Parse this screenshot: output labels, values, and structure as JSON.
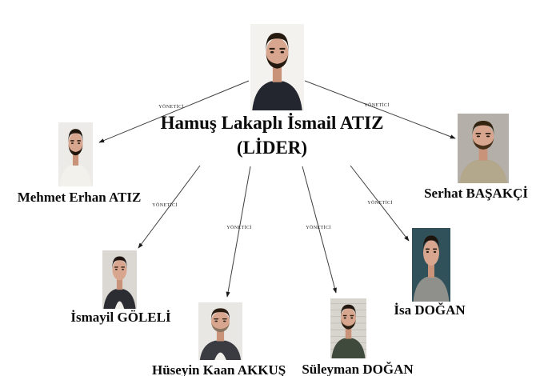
{
  "diagram": {
    "edge_label": "YÖNETİCİ",
    "leader": {
      "name": "Hamuş Lakaplı İsmail ATIZ",
      "role": "(LİDER)",
      "photo": {
        "bg": "#f4f2ef",
        "shirt": "#23262e",
        "hair": "#241a10",
        "beard": "#241a10",
        "inner": "none"
      }
    },
    "members": [
      {
        "name": "Mehmet Erhan ATIZ",
        "photo": {
          "bg": "#edebe7",
          "shirt": "#f3f1ec",
          "hair": "#1f150c",
          "beard": "#1f150c",
          "inner": "none"
        }
      },
      {
        "name": "Serhat BAŞAKÇİ",
        "photo": {
          "bg": "#b4b0a9",
          "shirt": "#b3a78c",
          "hair": "#33230f",
          "beard": "#46301a",
          "inner": "none"
        }
      },
      {
        "name": "İsmayil GÖLELİ",
        "photo": {
          "bg": "#dbd8d3",
          "shirt": "#2c2c33",
          "hair": "#201510",
          "beard": "none",
          "inner": "#f1efe9"
        }
      },
      {
        "name": "Hüseyin Kaan AKKUŞ",
        "photo": {
          "bg": "#e9e7e3",
          "shirt": "#3b3b42",
          "hair": "#2a1d12",
          "beard": "#8a7460",
          "inner": "#f2f0ea"
        }
      },
      {
        "name": "Süleyman DOĞAN",
        "photo": {
          "bg": "#d8d5cf",
          "shirt": "#3f4a3c",
          "hair": "#231810",
          "beard": "#2a1d12",
          "inner": "none",
          "stripes": "#bab6af"
        }
      },
      {
        "name": "İsa DOĞAN",
        "photo": {
          "bg": "#30505a",
          "shirt": "#8f8f8b",
          "hair": "#1d140d",
          "beard": "none",
          "inner": "none"
        }
      }
    ]
  }
}
